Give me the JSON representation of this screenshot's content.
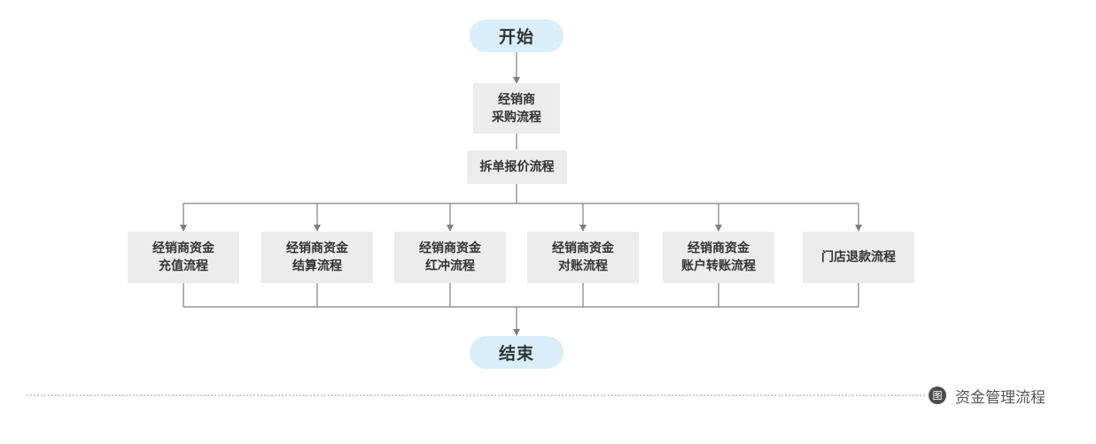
{
  "diagram": {
    "start": "开始",
    "purchase": [
      "经销商",
      "采购流程"
    ],
    "split_quote": "拆单报价流程",
    "branches": [
      [
        "经销商资金",
        "充值流程"
      ],
      [
        "经销商资金",
        "结算流程"
      ],
      [
        "经销商资金",
        "红冲流程"
      ],
      [
        "经销商资金",
        "对账流程"
      ],
      [
        "经销商资金",
        "账户转账流程"
      ],
      [
        "门店退款流程"
      ]
    ],
    "end": "结束"
  },
  "caption": {
    "icon_char": "图",
    "text": "资金管理流程"
  },
  "colors": {
    "terminal_fill": "#d9eef8",
    "process_fill": "#ececec",
    "line": "#808080",
    "text": "#333333"
  }
}
